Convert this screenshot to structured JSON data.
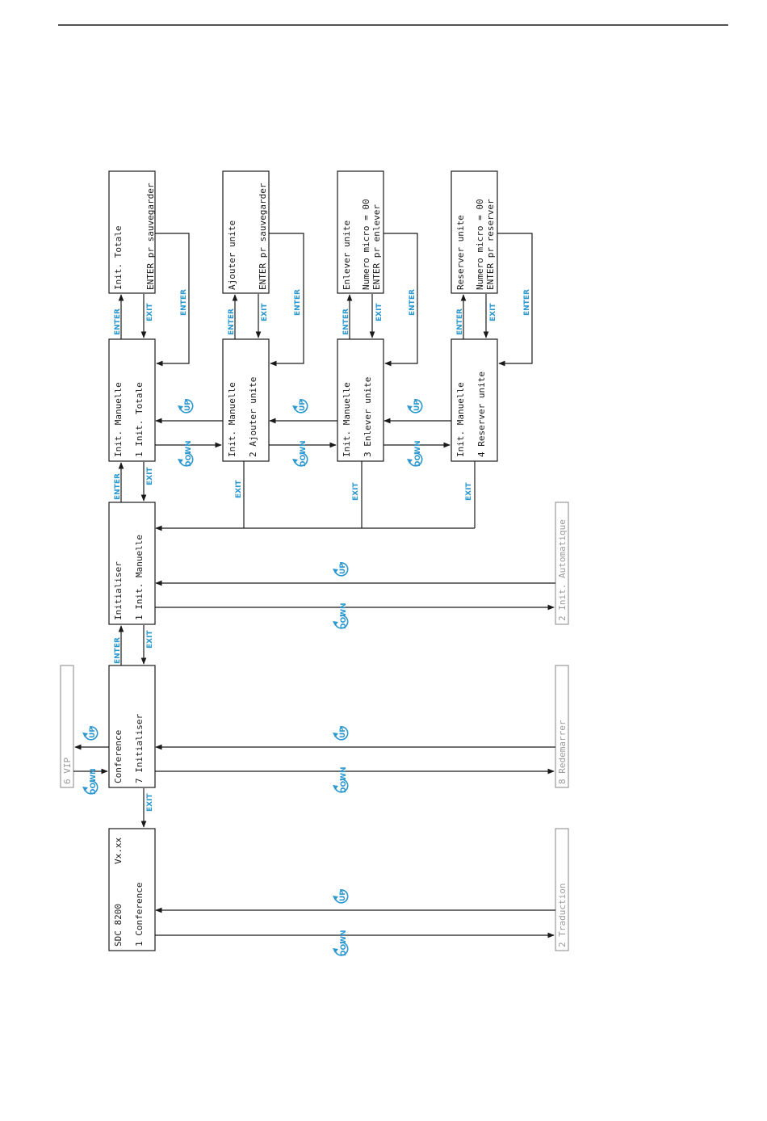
{
  "colors": {
    "ink": "#1a1a1a",
    "accent": "#2a97cf",
    "inactive": "#9a9a9a"
  },
  "menu": {
    "root": {
      "line1": "SDC 8200",
      "version": "Vx.xx",
      "line2": "1 Conference"
    },
    "conference": {
      "line1": "Conference",
      "line2": "7 Initialiser"
    },
    "initialiser": {
      "line1": "Initialiser",
      "line2": "1 Init. Manuelle"
    },
    "manuelle_items": [
      {
        "line1": "Init. Manuelle",
        "line2": "1 Init. Totale"
      },
      {
        "line1": "Init. Manuelle",
        "line2": "2 Ajouter unite"
      },
      {
        "line1": "Init. Manuelle",
        "line2": "3 Enlever unite"
      },
      {
        "line1": "Init. Manuelle",
        "line2": "4 Reserver unite"
      }
    ],
    "confirm_screens": [
      {
        "line1": "Init. Totale",
        "line2": "",
        "line3": "ENTER pr sauvegarder"
      },
      {
        "line1": "Ajouter unite",
        "line2": "",
        "line3": "ENTER pr sauvegarder"
      },
      {
        "line1": "Enlever unite",
        "line2": "Numero micro = 00",
        "line3": "ENTER pr enlever"
      },
      {
        "line1": "Reserver unite",
        "line2": "Numero micro = 00",
        "line3": "ENTER pr reserver"
      }
    ],
    "inactive": {
      "traduction": "2 Traduction",
      "redemarrer": "8 Redemarrer",
      "automatique": "2 Init. Automatique",
      "vip": "6 VIP"
    }
  },
  "controls": {
    "enter": "ENTER",
    "exit": "EXIT",
    "up": "UP",
    "down": "DOWN"
  }
}
